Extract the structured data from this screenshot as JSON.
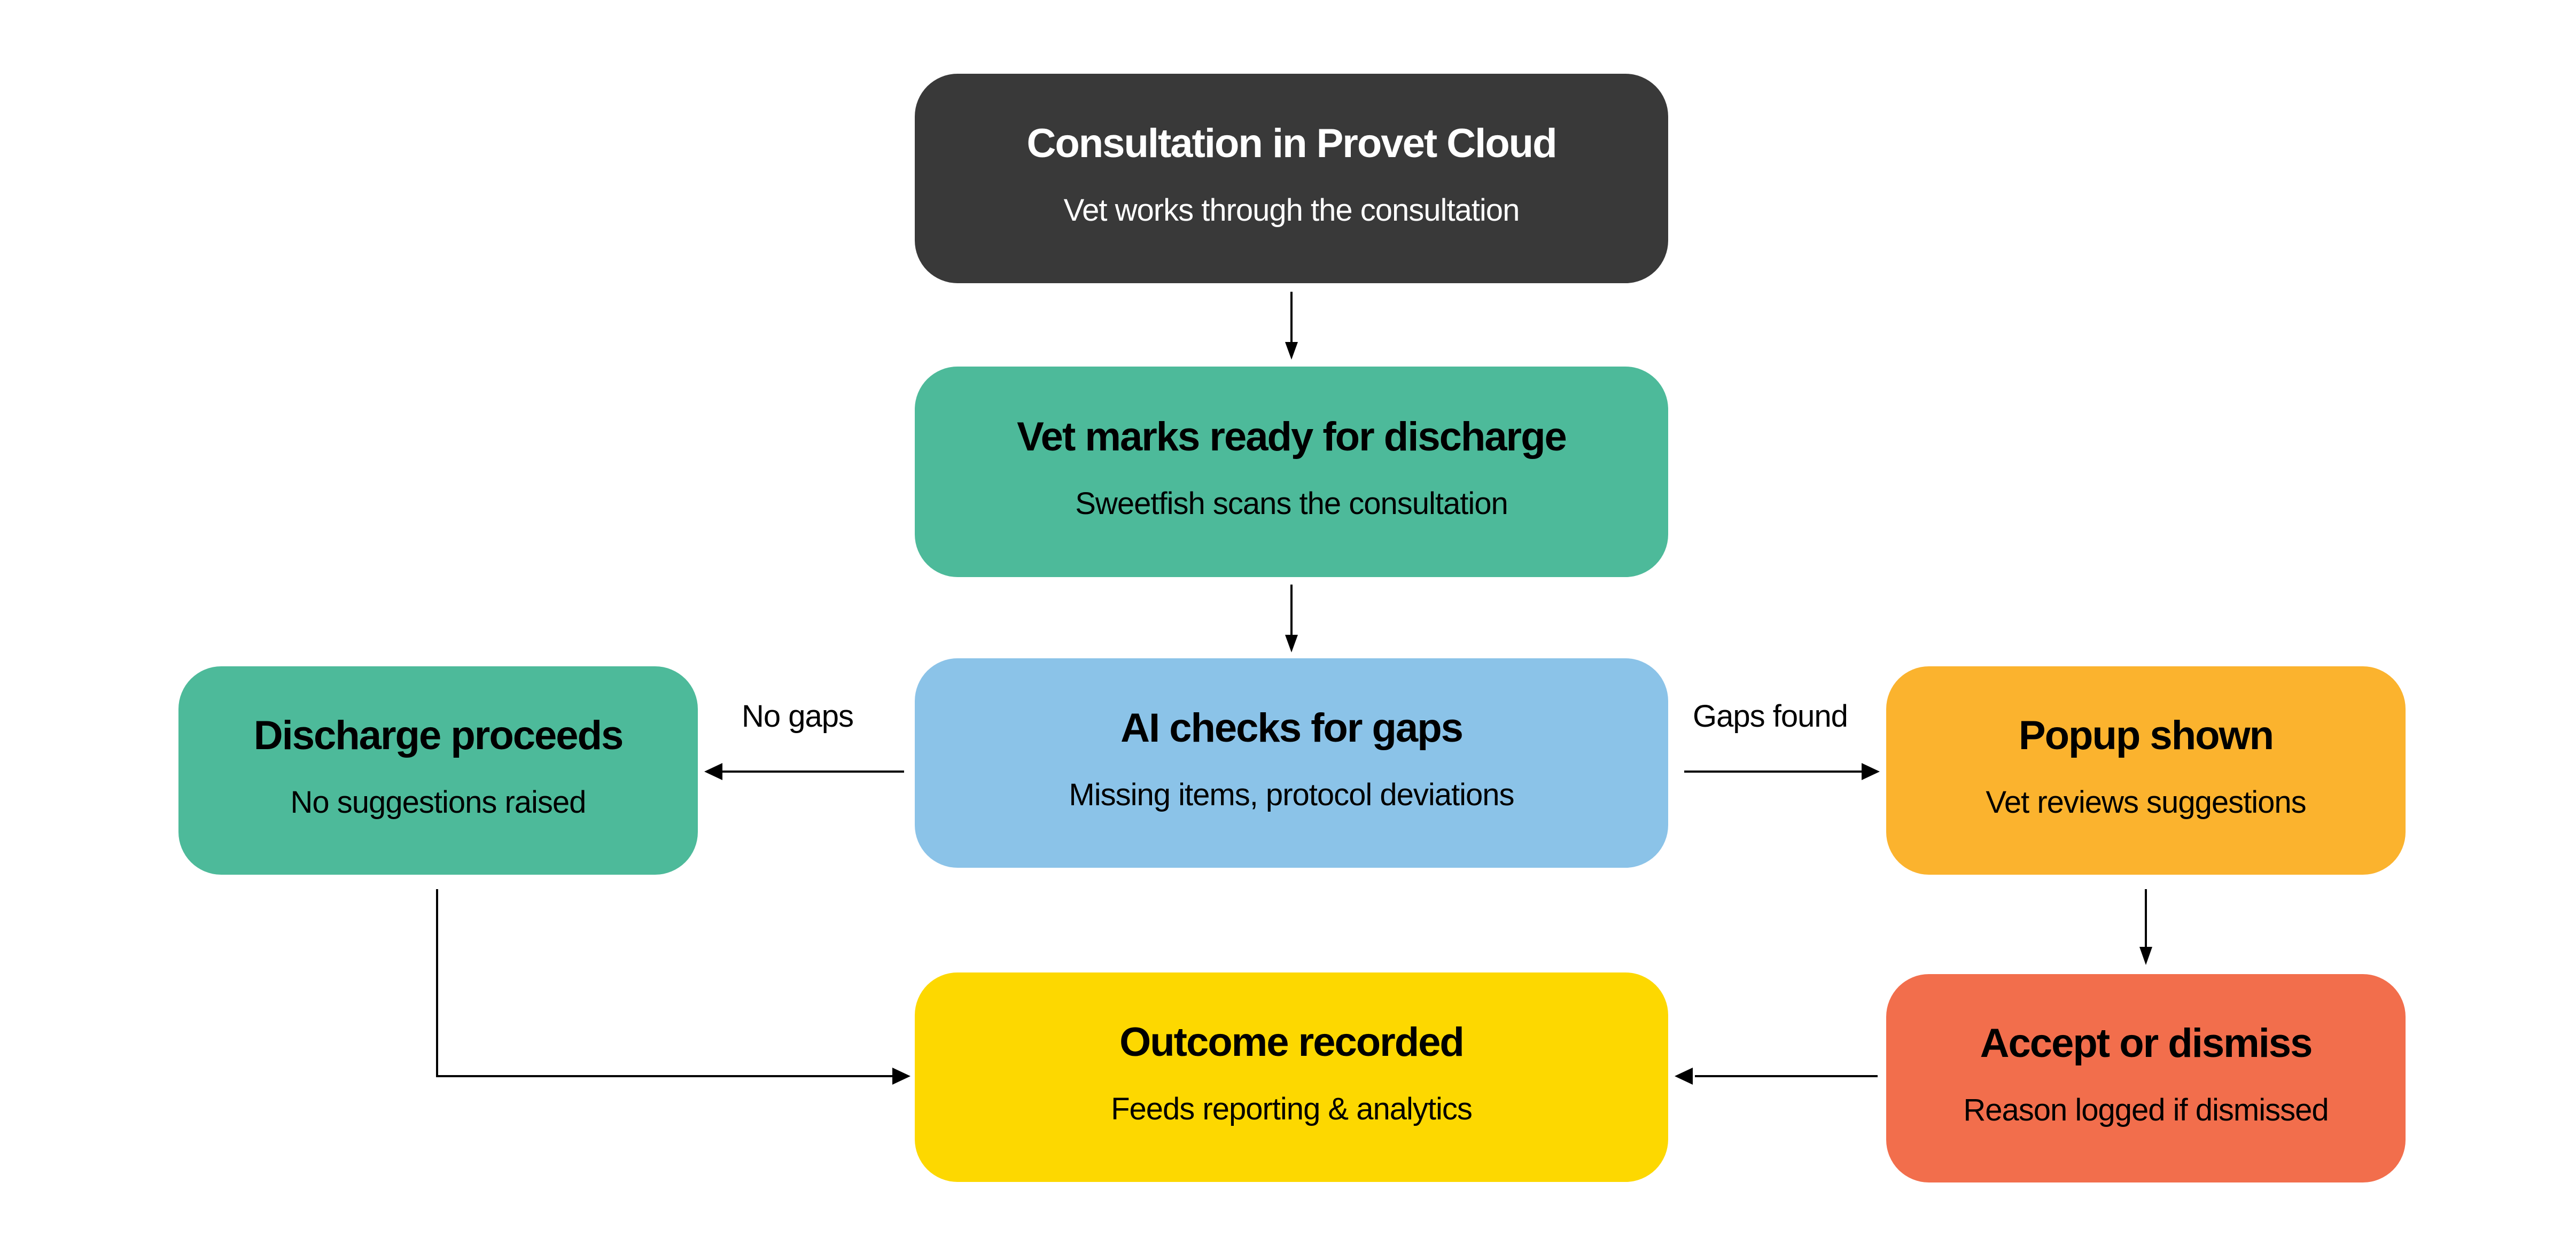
{
  "diagram": {
    "type": "flowchart",
    "nodes": [
      {
        "id": "consult",
        "title": "Consultation in Provet Cloud",
        "subtitle": "Vet works through the consultation",
        "color": "#393939"
      },
      {
        "id": "ready",
        "title": "Vet marks ready for discharge",
        "subtitle": "Sweetfish scans the consultation",
        "color": "#4DBA9A"
      },
      {
        "id": "ai",
        "title": "AI checks for gaps",
        "subtitle": "Missing items, protocol deviations",
        "color": "#8BC3E8"
      },
      {
        "id": "disch",
        "title": "Discharge proceeds",
        "subtitle": "No suggestions raised",
        "color": "#4DBA9A"
      },
      {
        "id": "popup",
        "title": "Popup shown",
        "subtitle": "Vet reviews suggestions",
        "color": "#FBB32E"
      },
      {
        "id": "accept",
        "title": "Accept or dismiss",
        "subtitle": "Reason logged if dismissed",
        "color": "#F26E4C"
      },
      {
        "id": "outcome",
        "title": "Outcome recorded",
        "subtitle": "Feeds reporting & analytics",
        "color": "#FDD800"
      }
    ],
    "edges": [
      {
        "from": "consult",
        "to": "ready",
        "label": ""
      },
      {
        "from": "ready",
        "to": "ai",
        "label": ""
      },
      {
        "from": "ai",
        "to": "disch",
        "label": "No gaps"
      },
      {
        "from": "ai",
        "to": "popup",
        "label": "Gaps found"
      },
      {
        "from": "popup",
        "to": "accept",
        "label": ""
      },
      {
        "from": "accept",
        "to": "outcome",
        "label": ""
      },
      {
        "from": "disch",
        "to": "outcome",
        "label": ""
      }
    ],
    "edge_labels": {
      "no_gaps": "No gaps",
      "gaps_found": "Gaps found"
    }
  }
}
